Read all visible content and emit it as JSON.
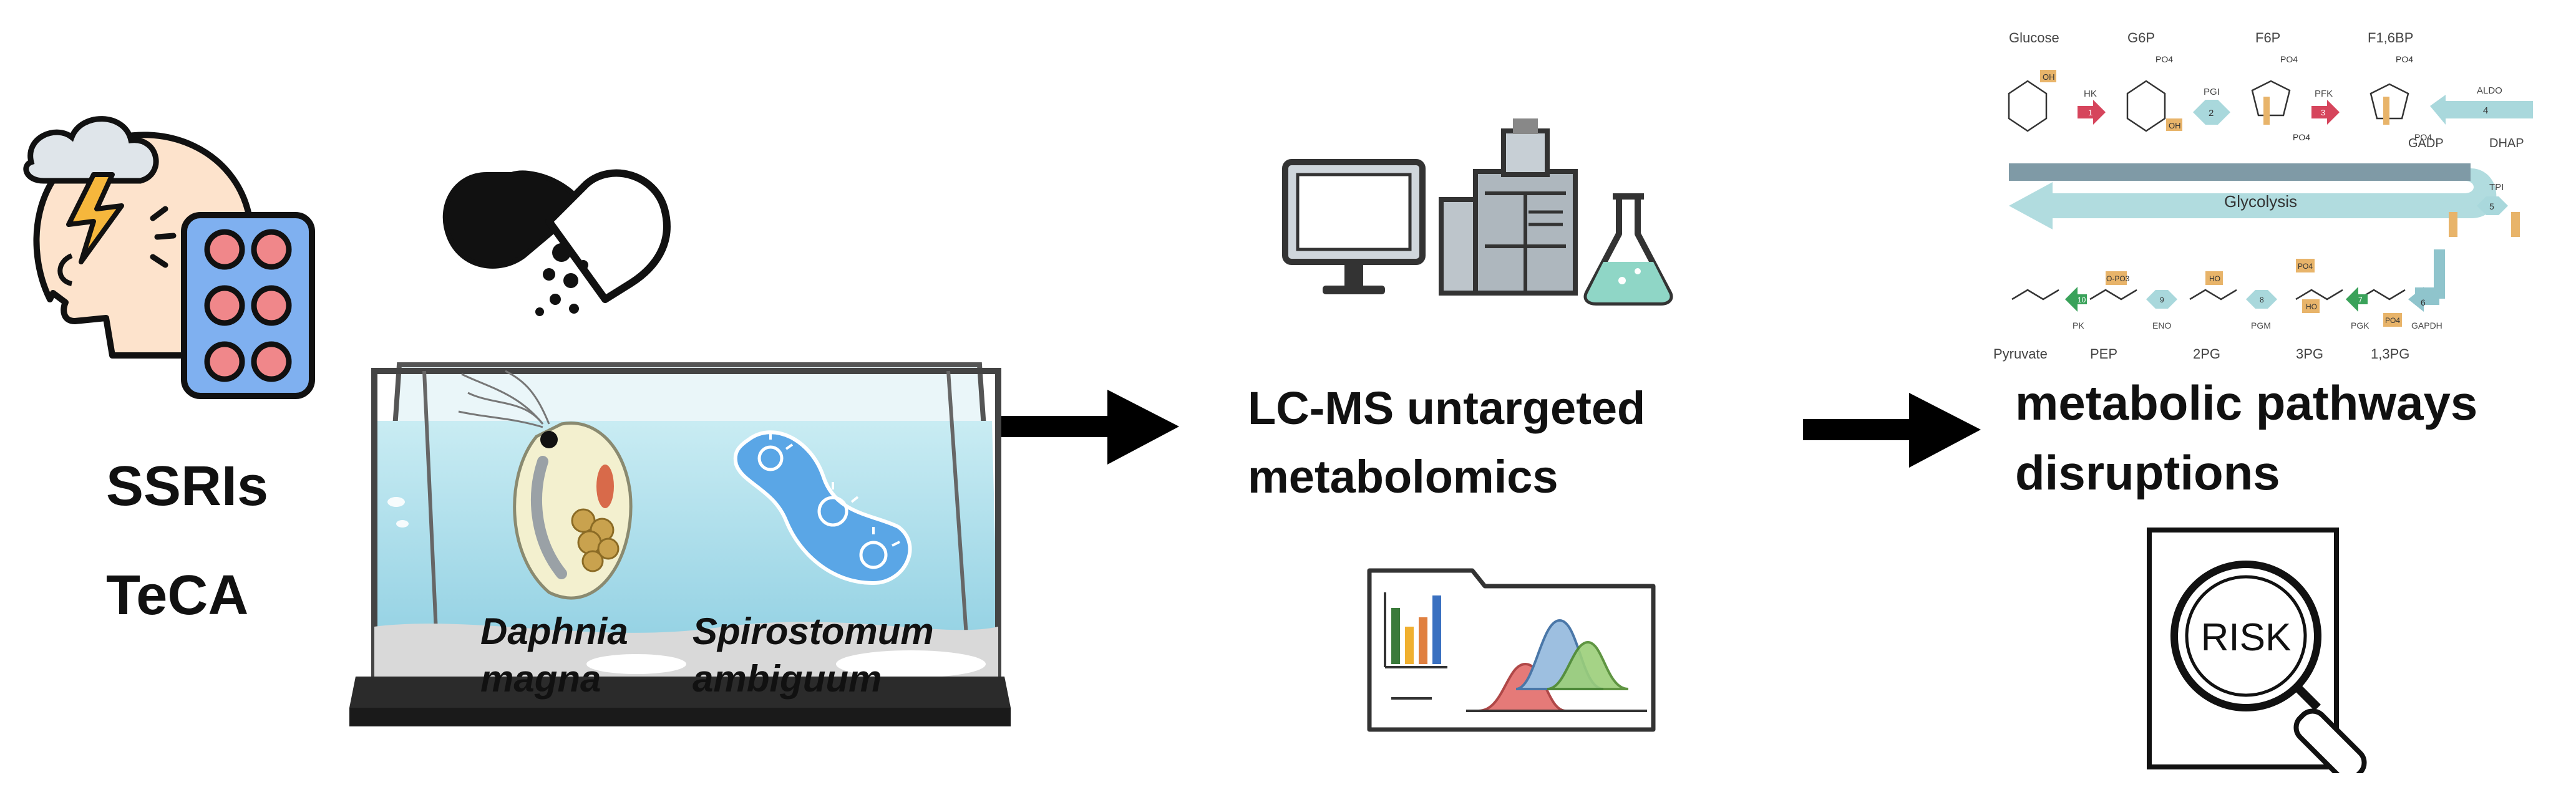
{
  "compounds": {
    "ssri": "SSRIs",
    "teca": "TeCA"
  },
  "organisms": {
    "daphnia_line1": "Daphnia",
    "daphnia_line2": "magna",
    "spirostomum_line1": "Spirostomum",
    "spirostomum_line2": "ambiguum"
  },
  "method": {
    "line1": "LC-MS untargeted",
    "line2": "metabolomics"
  },
  "outcome": {
    "line1": "metabolic pathways",
    "line2": "disruptions"
  },
  "risk_label": "RISK",
  "pathway": {
    "title": "Glycolysis",
    "metabolites_top": [
      "Glucose",
      "G6P",
      "F6P",
      "F1,6BP"
    ],
    "metabolites_bottom": [
      "Pyruvate",
      "PEP",
      "2PG",
      "3PG",
      "1,3PG"
    ],
    "side_metabolites": [
      "GADP",
      "DHAP"
    ],
    "enzymes": [
      "HK",
      "PGI",
      "PFK",
      "ALDO",
      "TPI",
      "GAPDH",
      "PGK",
      "PGM",
      "ENO",
      "PK"
    ],
    "steps": [
      "1",
      "2",
      "3",
      "4",
      "5",
      "6",
      "7",
      "8",
      "9",
      "10"
    ],
    "group_oh": "OH",
    "group_ho": "HO",
    "group_po4": "PO4",
    "group_opo3": "O-PO3"
  },
  "colors": {
    "skin": "#fde3cc",
    "pill_pack": "#7fb0f0",
    "pill_dot": "#f0878a",
    "water": "#a9ddea",
    "tank_base": "#2b2b2b",
    "spirostomum": "#5aa6e6",
    "arrow": "#000000",
    "glycolysis_band": "#9fd4d8"
  },
  "icons": [
    "thinking-head-icon",
    "capsule-icon",
    "lcms-instrument-icon",
    "flask-icon",
    "data-chart-icon",
    "risk-magnifier-icon"
  ]
}
